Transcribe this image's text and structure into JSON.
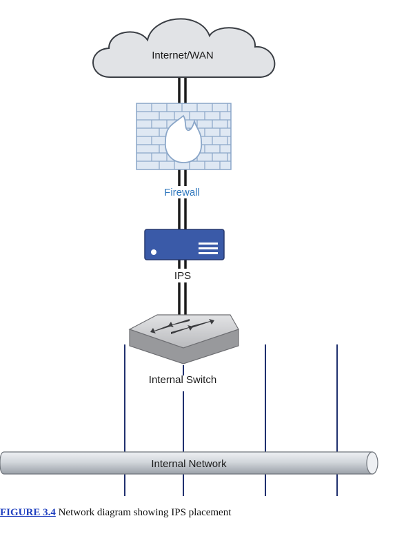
{
  "diagram": {
    "cloud_label": "Internet/WAN",
    "firewall_label": "Firewall",
    "ips_label": "IPS",
    "switch_label": "Internal Switch",
    "network_label": "Internal Network"
  },
  "caption": {
    "figure_link": "FIGURE 3.4",
    "text": " Network diagram showing IPS placement"
  },
  "colors": {
    "cloud_fill": "#e1e3e6",
    "firewall_fill": "#dfe8f3",
    "firewall_label": "#2f77bd",
    "ips_fill": "#3a5aa8",
    "switch_fill": "#c9cacd",
    "bus_fill": "#c8ccd2",
    "drop_lines": "#1f2f6e",
    "link_lines": "#1a1a1a"
  }
}
